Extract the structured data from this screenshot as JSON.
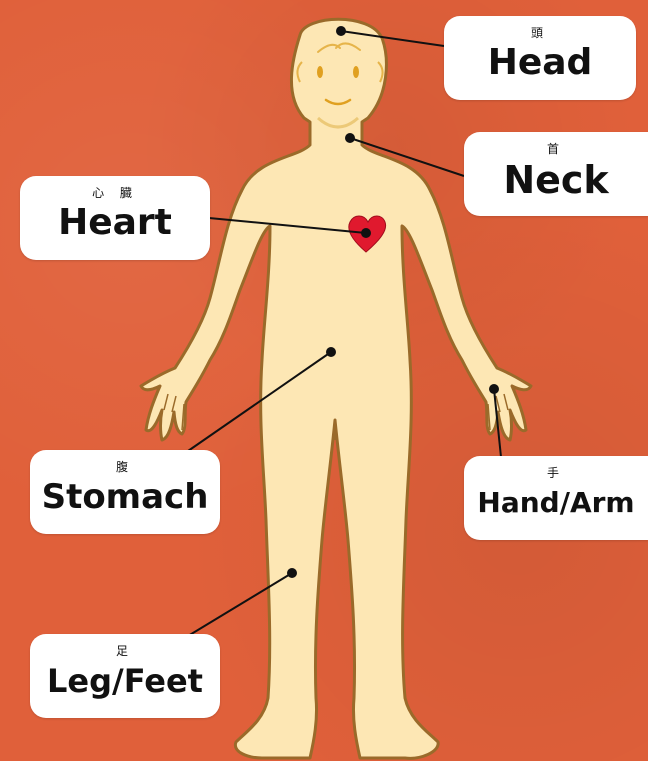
{
  "labels": {
    "head": {
      "kanji": "頭",
      "english": "Head"
    },
    "neck": {
      "kanji": "首",
      "english": "Neck"
    },
    "heart": {
      "kanji": "心 臓",
      "english": "Heart"
    },
    "stomach": {
      "kanji": "腹",
      "english": "Stomach"
    },
    "hand": {
      "kanji": "手",
      "english": "Hand/Arm"
    },
    "leg": {
      "kanji": "足",
      "english": "Leg/Feet"
    }
  },
  "colors": {
    "background": "#e0603a",
    "body_fill": "#fde7b4",
    "body_outline": "#9a6a2a",
    "heart": "#e0192e",
    "label_background": "#ffffff",
    "text": "#111111"
  }
}
